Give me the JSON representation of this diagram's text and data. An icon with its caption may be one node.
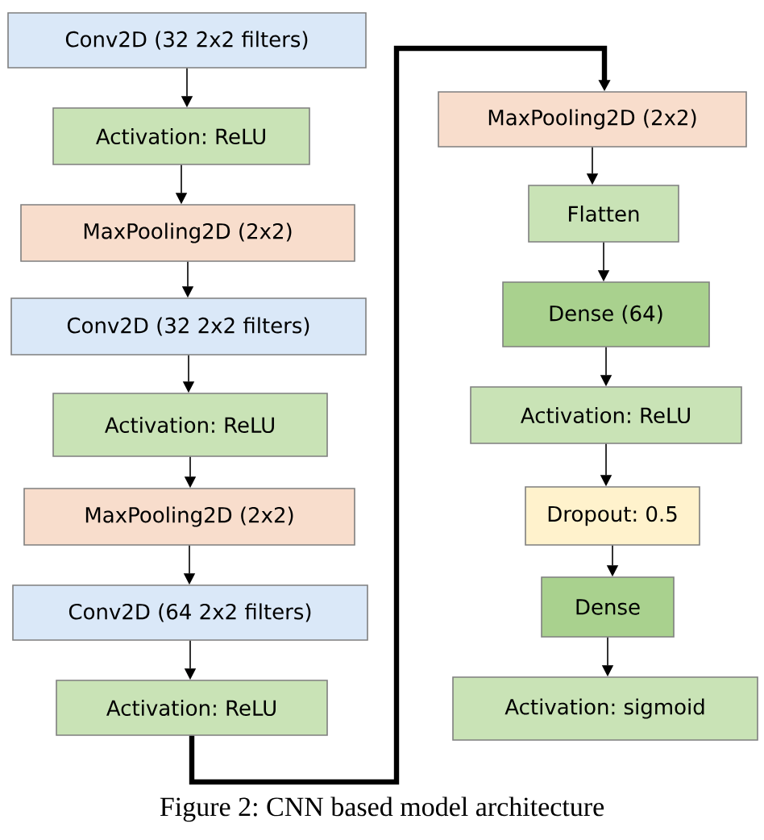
{
  "diagram": {
    "caption": "Figure 2: CNN based model architecture",
    "nodes": [
      {
        "text": [
          "Conv2D (32 2x2 filters)"
        ]
      },
      {
        "text": [
          "Activation: ReLU"
        ]
      },
      {
        "text": [
          "MaxPooling2D (2x2)"
        ]
      },
      {
        "text": [
          "Conv2D (32 2x2 filters)"
        ]
      },
      {
        "text": [
          "Activation: ReLU"
        ]
      },
      {
        "text": [
          "MaxPooling2D (2x2)"
        ]
      },
      {
        "text": [
          "Conv2D (64 2x2 filters)"
        ]
      },
      {
        "text": [
          "Activation: ReLU"
        ]
      },
      {
        "text": [
          "MaxPooling2D (2x2)"
        ]
      },
      {
        "text": [
          "Flatten"
        ]
      },
      {
        "text": [
          "Dense (64)"
        ]
      },
      {
        "text": [
          "Activation: ReLU"
        ]
      },
      {
        "text": [
          "Dropout: 0.5"
        ]
      },
      {
        "text": [
          "Dense"
        ]
      },
      {
        "text": [
          "Activation: sigmoid"
        ]
      }
    ],
    "edges": [
      {
        "from": 0,
        "to": 1,
        "arrow": "to"
      },
      {
        "from": 1,
        "to": 2,
        "arrow": "to"
      },
      {
        "from": 2,
        "to": 3,
        "arrow": "to"
      },
      {
        "from": 3,
        "to": 4,
        "arrow": "to"
      },
      {
        "from": 4,
        "to": 5,
        "arrow": "to"
      },
      {
        "from": 5,
        "to": 6,
        "arrow": "to"
      },
      {
        "from": 6,
        "to": 7,
        "arrow": "to"
      },
      {
        "from": 7,
        "to": 8,
        "arrow": "to",
        "style": "thick"
      },
      {
        "from": 8,
        "to": 9,
        "arrow": "to"
      },
      {
        "from": 9,
        "to": 10,
        "arrow": "to"
      },
      {
        "from": 10,
        "to": 11,
        "arrow": "to"
      },
      {
        "from": 11,
        "to": 12,
        "arrow": "to"
      },
      {
        "from": 12,
        "to": 13,
        "arrow": "to"
      },
      {
        "from": 13,
        "to": 14,
        "arrow": "to"
      }
    ]
  }
}
